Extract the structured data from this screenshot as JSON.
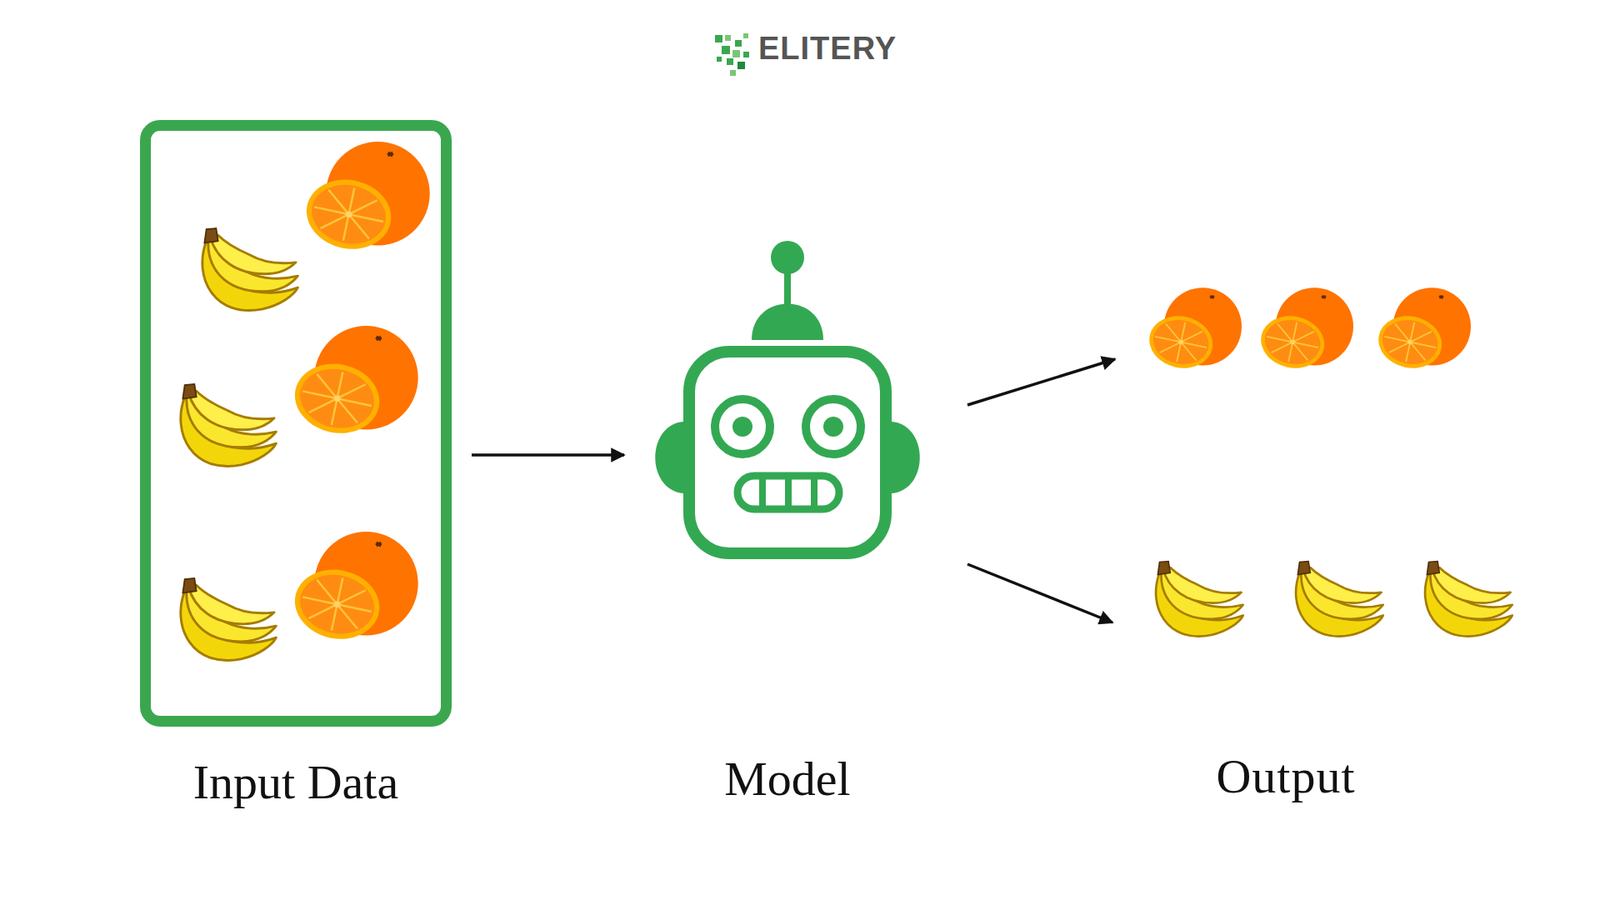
{
  "diagram": {
    "nodes": [
      {
        "text": [
          "Input Data"
        ]
      },
      {
        "text": [
          "Model"
        ]
      }
    ],
    "edges": [
      {
        "from": 0,
        "to": 1,
        "arrow": "to"
      }
    ],
    "labels": [
      "ELITERY",
      "Output"
    ]
  }
}
